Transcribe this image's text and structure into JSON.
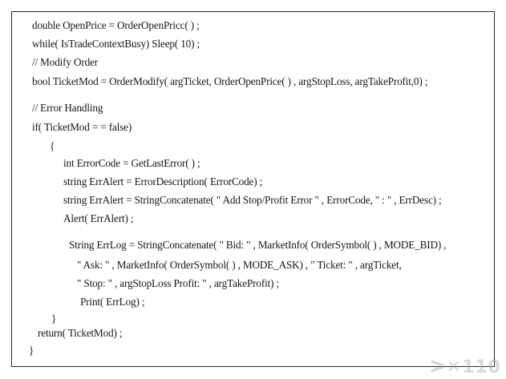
{
  "code_lines": [
    "double OpenPrice = OrderOpenPricc( ) ;",
    "while( IsTradeContextBusy) Sleep( 10) ;",
    "// Modify Order",
    "bool TicketMod = OrderModify( argTicket, OrderOpenPrice( ) , argStopLoss, argTakeProfit,0) ;",
    "// Error Handling",
    "if( TicketMod = = false)",
    "{",
    "int ErrorCode = GetLastError( ) ;",
    "string ErrAlert = ErrorDescription( ErrorCode) ;",
    "string ErrAlert = StringConcatenate( \" Add Stop/Profit Error \" , ErrorCode, \" : \" , ErrDesc) ;",
    "Alert( ErrAlert) ;",
    "String ErrLog = StringConcatenate( \" Bid: \" , MarketInfo( OrderSymbol( ) , MODE_BID) ,",
    "\" Ask: \" , MarketInfo( OrderSymbol( ) , MODE_ASK) , \" Ticket: \" , argTicket,",
    "\" Stop: \" , argStopLoss Profit: \" , argTakeProfit) ;",
    "Print( ErrLog) ;",
    "}",
    "return( TicketMod) ;",
    "}"
  ],
  "watermark": {
    "text": "ᐳ✕110"
  }
}
